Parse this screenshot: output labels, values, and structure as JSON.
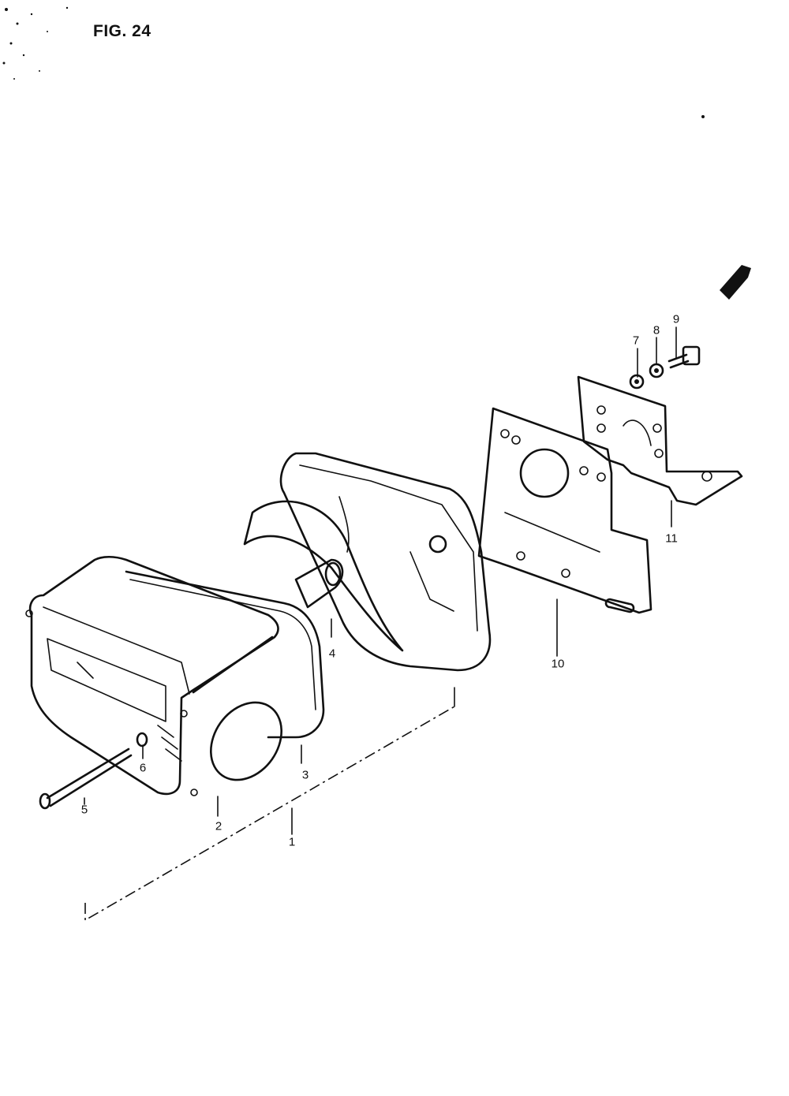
{
  "figure": {
    "title": "FIG. 24"
  },
  "callouts": [
    {
      "id": "1",
      "text": "1"
    },
    {
      "id": "2",
      "text": "2"
    },
    {
      "id": "3",
      "text": "3"
    },
    {
      "id": "4",
      "text": "4"
    },
    {
      "id": "5",
      "text": "5"
    },
    {
      "id": "6",
      "text": "6"
    },
    {
      "id": "7",
      "text": "7"
    },
    {
      "id": "8",
      "text": "8"
    },
    {
      "id": "9",
      "text": "9"
    },
    {
      "id": "10",
      "text": "10"
    },
    {
      "id": "11",
      "text": "11"
    }
  ],
  "icons": {
    "front_arrow": "direction-arrow-icon"
  }
}
